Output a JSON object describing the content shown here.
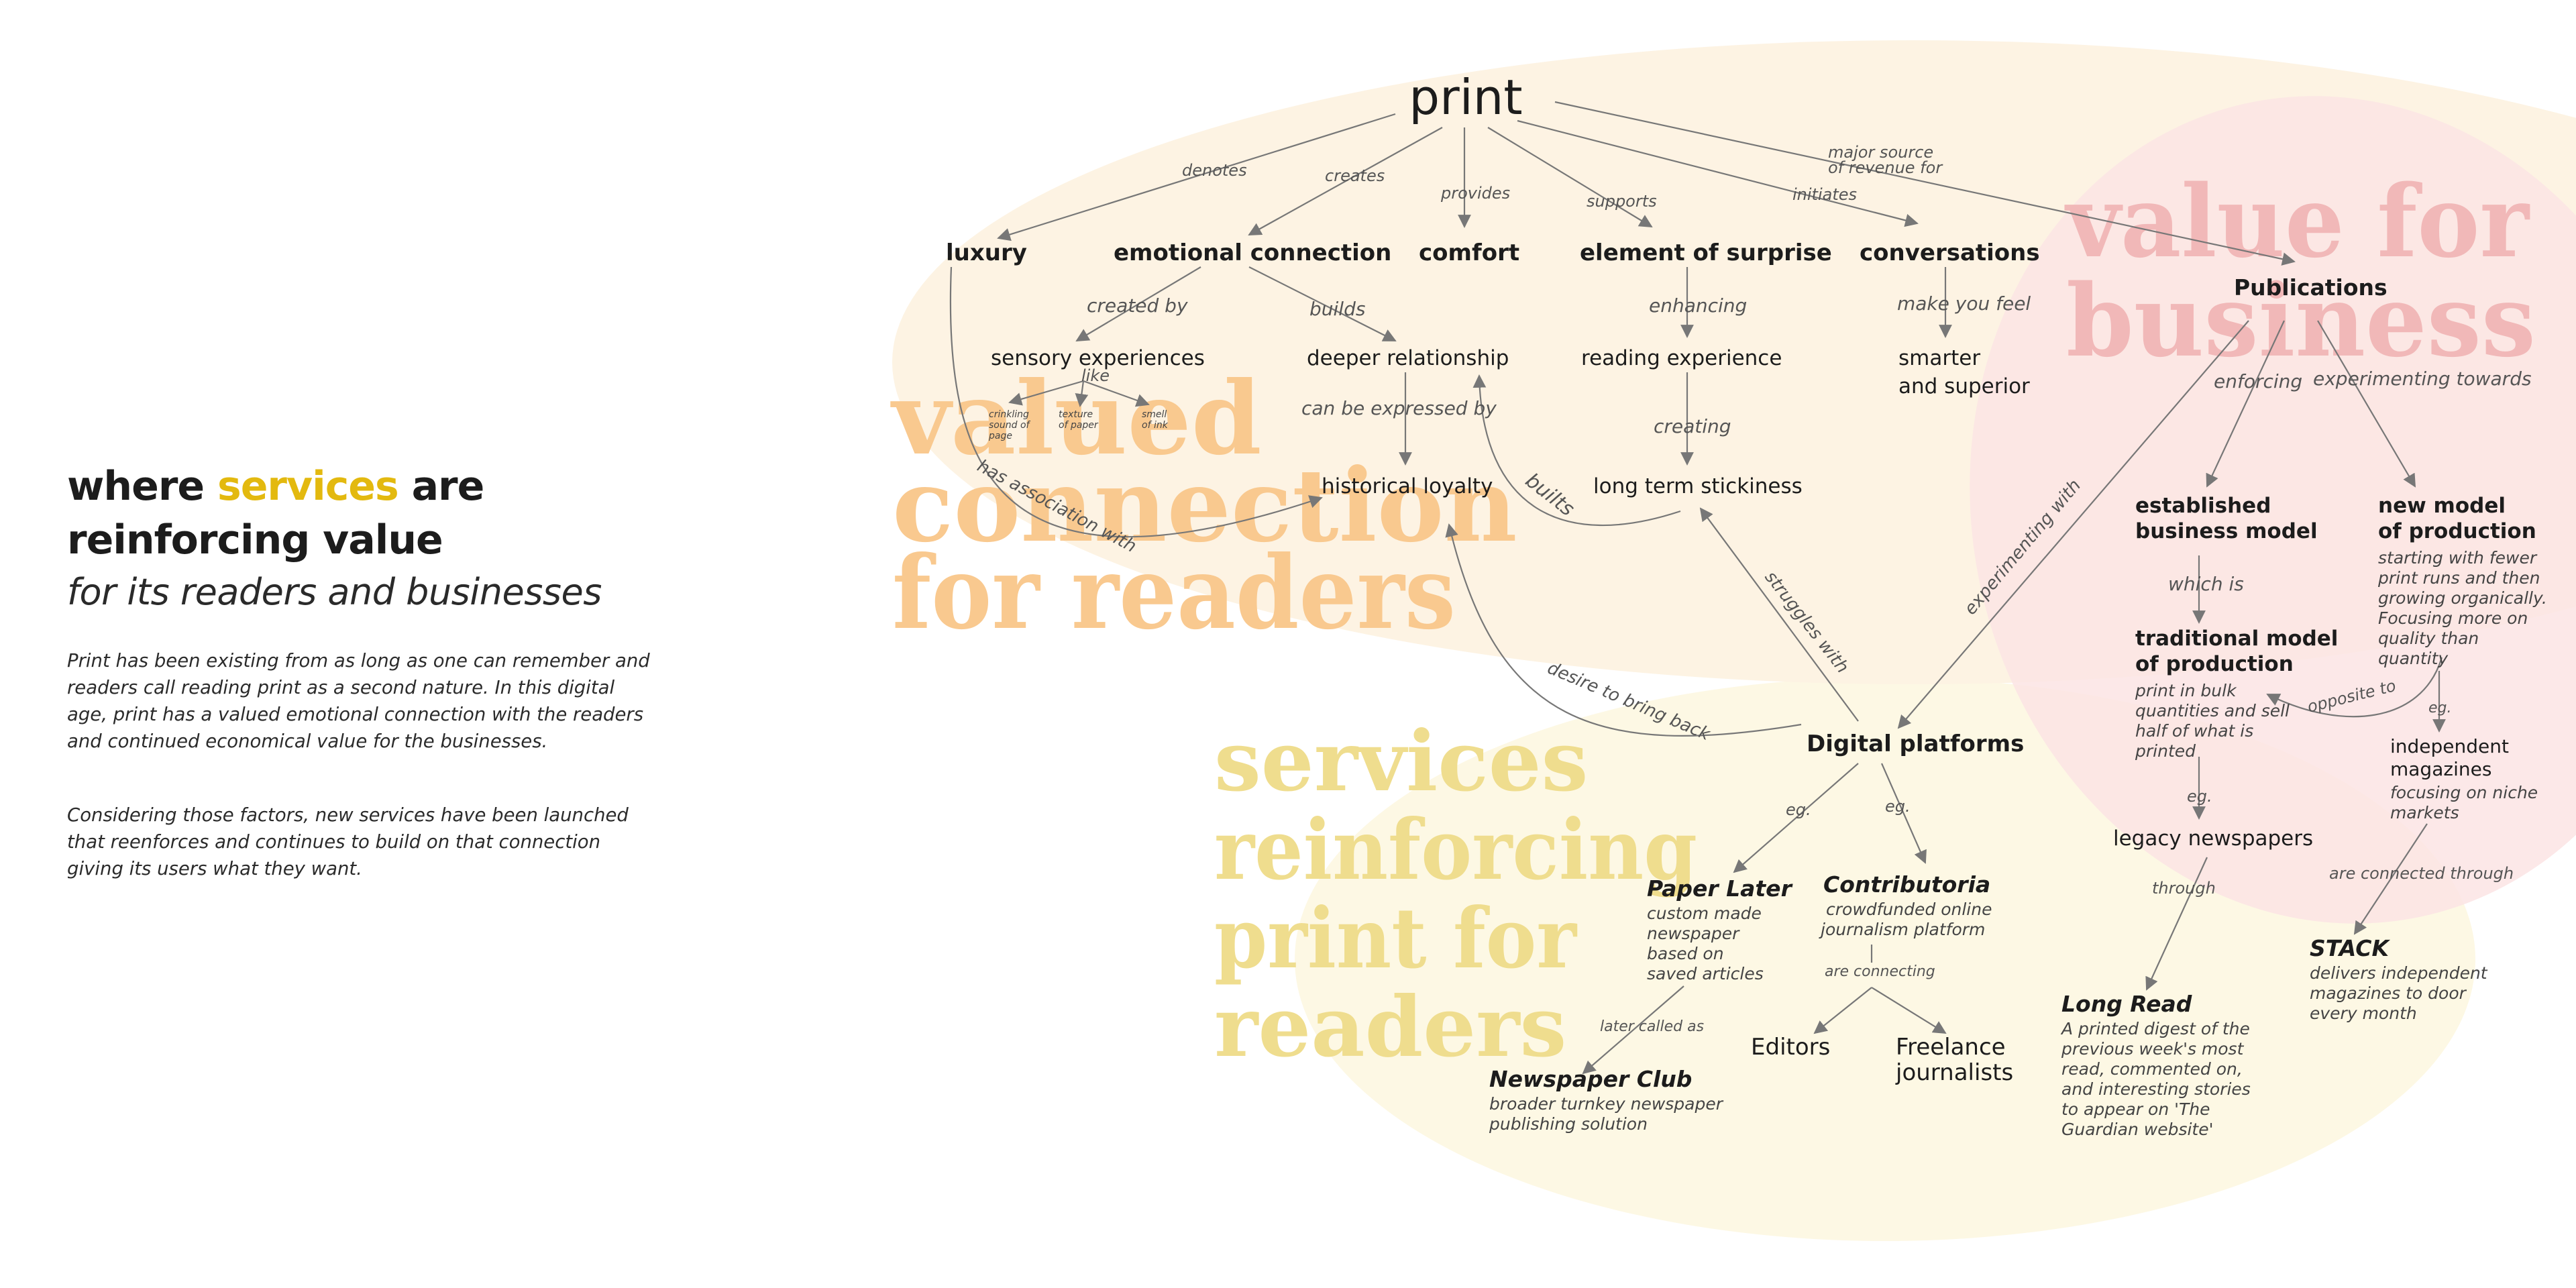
{
  "intro": {
    "title_1": "where",
    "title_accent": "services",
    "title_2": "are",
    "title_3": "reinforcing value",
    "subtitle": "for its readers and businesses",
    "para_1": "Print has been existing from as long as one can remember and readers call reading print as a second nature. In this digital age, print has a valued emotional connection with the readers and continued economical value for the businesses.",
    "para_2": "Considering those factors, new services have been launched that reenforces and continues to build on that connection giving its users what they want."
  },
  "colors": {
    "accent": "#e3b90f",
    "readers_region": "#fdf3e3",
    "services_region": "#fdf8e4",
    "business_region": "#fce4e4",
    "readers_heading": "#f9c98f",
    "services_heading": "#efdd8e",
    "business_heading": "#f0b3b3"
  },
  "regions": {
    "readers": {
      "line1": "valued",
      "line2": "connection",
      "line3": "for readers"
    },
    "services": {
      "line1": "services",
      "line2": "reinforcing",
      "line3": "print for",
      "line4": "readers"
    },
    "business": {
      "line1": "value for",
      "line2": "business"
    }
  },
  "nodes": {
    "print": "print",
    "luxury": "luxury",
    "emotional": "emotional connection",
    "comfort": "comfort",
    "surprise": "element of surprise",
    "conversations": "conversations",
    "sensory": "sensory experiences",
    "deeper": "deeper relationship",
    "reading": "reading experience",
    "smarter_1": "smarter",
    "smarter_2": "and superior",
    "historical": "historical loyalty",
    "stickiness": "long term stickiness",
    "crinkling_1": "crinkling",
    "crinkling_2": "sound of",
    "crinkling_3": "page",
    "texture_1": "texture",
    "texture_2": "of paper",
    "smell_1": "smell",
    "smell_2": "of ink",
    "publications": "Publications",
    "established_1": "established",
    "established_2": "business model",
    "newmodel_1": "new model",
    "newmodel_2": "of production",
    "newmodel_desc": [
      "starting with fewer",
      "print runs and then",
      "growing organically.",
      "Focusing more on",
      "quality than",
      "quantity"
    ],
    "traditional_1": "traditional model",
    "traditional_2": "of production",
    "traditional_desc": [
      "print in bulk",
      "quantities and sell",
      "half of what is",
      "printed"
    ],
    "independent_1": "independent",
    "independent_2": "magazines",
    "independent_desc": [
      "focusing on niche",
      "markets"
    ],
    "legacy": "legacy newspapers",
    "digital": "Digital platforms",
    "paperlater": "Paper Later",
    "paperlater_desc": [
      "custom made",
      "newspaper",
      "based on",
      "saved articles"
    ],
    "contributoria": "Contributoria",
    "contributoria_desc": [
      "crowdfunded online",
      "journalism platform"
    ],
    "newspaperclub": "Newspaper Club",
    "newspaperclub_desc": [
      "broader turnkey newspaper",
      "publishing solution"
    ],
    "editors": "Editors",
    "freelance_1": "Freelance",
    "freelance_2": "journalists",
    "longread": "Long Read",
    "longread_desc": [
      "A printed digest of the",
      "previous week's most",
      "read, commented on,",
      "and interesting stories",
      "to appear on 'The",
      "Guardian website'"
    ],
    "stack": "STACK",
    "stack_desc": [
      "delivers independent",
      "magazines to door",
      "every month"
    ]
  },
  "relations": {
    "denotes": "denotes",
    "creates": "creates",
    "provides": "provides",
    "supports": "supports",
    "initiates": "initiates",
    "major_1": "major source",
    "major_2": "of revenue for",
    "created_by": "created by",
    "builds": "builds",
    "enhancing": "enhancing",
    "make_you_feel": "make you feel",
    "like": "like",
    "can_be_expressed": "can be expressed by",
    "creating": "creating",
    "has_association": "has association with",
    "builts": "builts",
    "struggles_with": "struggles with",
    "desire_to_bring_back": "desire to bring back",
    "experimenting_with": "experimenting with",
    "enforcing": "enforcing",
    "experimenting_towards": "experimenting towards",
    "which_is": "which is",
    "opposite_to": "opposite to",
    "eg": "eg.",
    "through": "through",
    "are_connected_through": "are connected through",
    "later_called_as": "later called as",
    "are_connecting": "are connecting"
  }
}
